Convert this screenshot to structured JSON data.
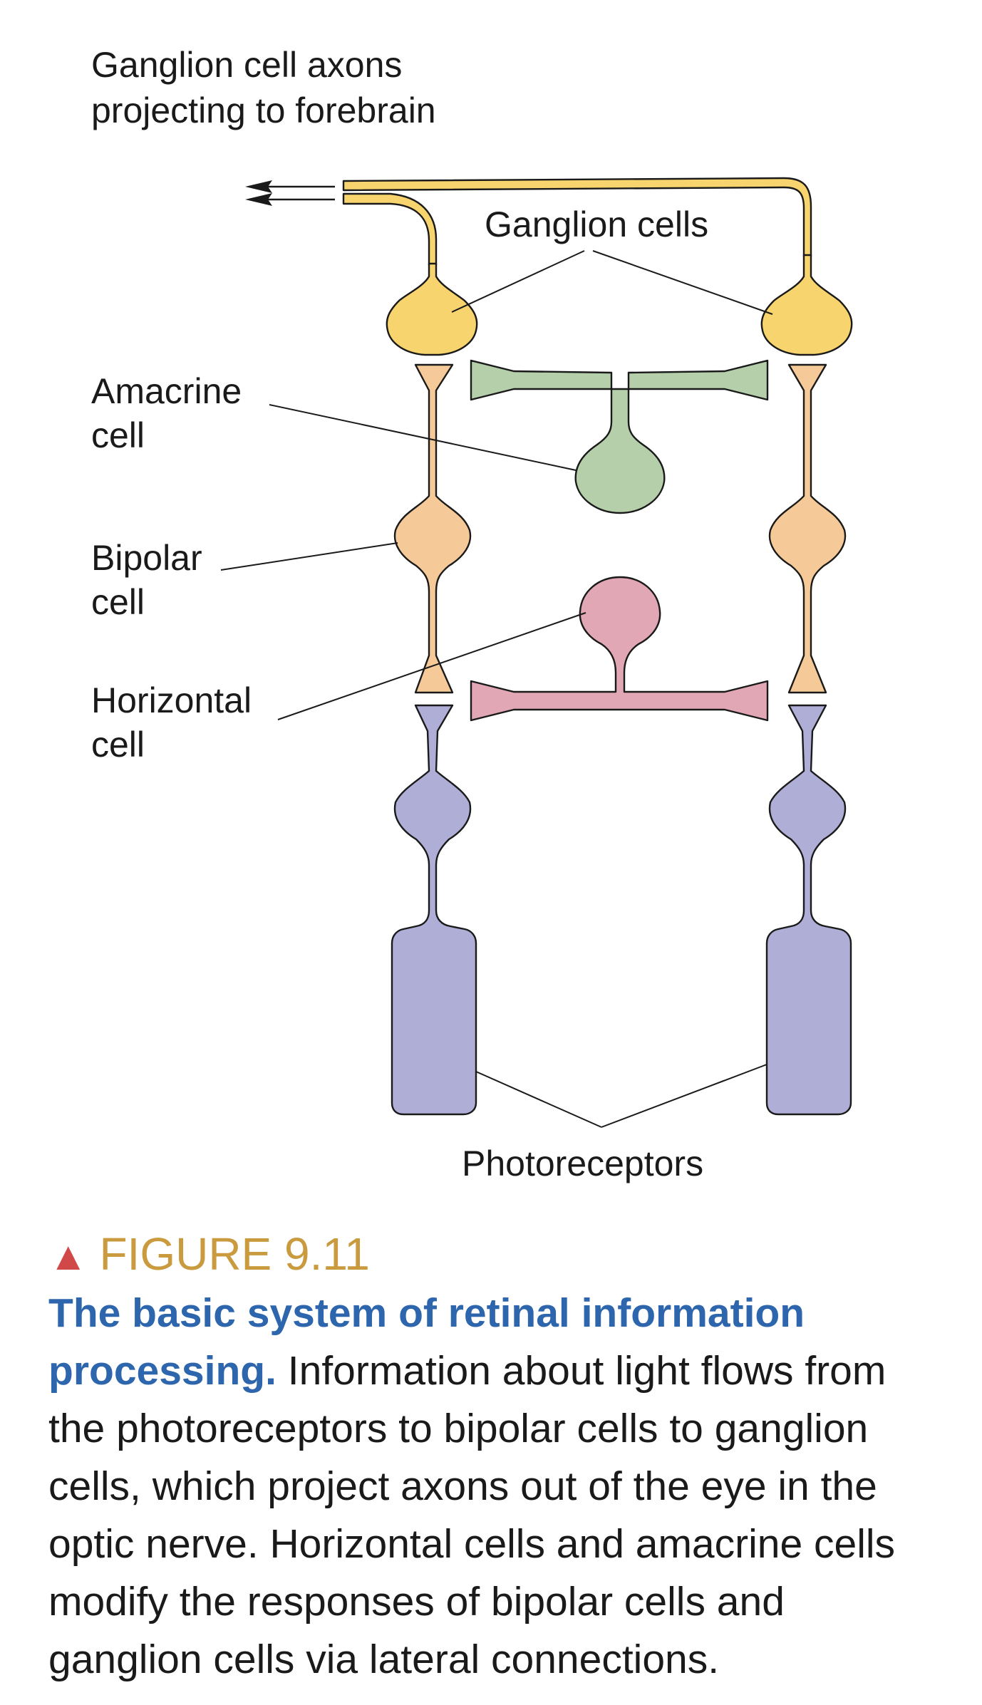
{
  "labels": {
    "axons_line1": "Ganglion cell axons",
    "axons_line2": "projecting to forebrain",
    "ganglion_cells": "Ganglion cells",
    "amacrine_line1": "Amacrine",
    "amacrine_line2": "cell",
    "bipolar_line1": "Bipolar",
    "bipolar_line2": "cell",
    "horizontal_line1": "Horizontal",
    "horizontal_line2": "cell",
    "photoreceptors": "Photoreceptors"
  },
  "caption": {
    "figure_label": "FIGURE 9.11",
    "title": "The basic system of retinal information processing.",
    "text": "Information about light flows from the photoreceptors to bipolar cells to ganglion cells, which project axons out of the eye in the optic nerve. Horizontal cells and amacrine cells modify the responses of bipolar cells and ganglion cells via lateral connections."
  },
  "colors": {
    "ganglion": "#f7d46d",
    "amacrine": "#b4cfaa",
    "bipolar": "#f5ca98",
    "horizontal": "#e1a7b4",
    "photoreceptor": "#aeaed6",
    "figure_label": "#c99a3e",
    "title": "#2e66ad",
    "triangle": "#d04848"
  }
}
